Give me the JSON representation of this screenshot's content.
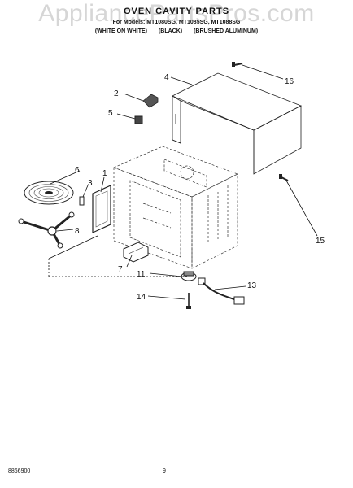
{
  "watermark": "AppliancePartsPros.com",
  "header": {
    "title": "OVEN CAVITY PARTS",
    "parts_line": "For Models: MT1080SG, MT1085SG, MT1088SG",
    "colors": [
      "(WHITE ON WHITE)",
      "(BLACK)",
      "(BRUSHED ALUMINUM)"
    ]
  },
  "callouts": {
    "c1": "1",
    "c2": "2",
    "c3": "3",
    "c4": "4",
    "c5": "5",
    "c6": "6",
    "c7": "7",
    "c8": "8",
    "c11": "11",
    "c13": "13",
    "c14": "14",
    "c15": "15",
    "c16": "16"
  },
  "footer": {
    "code": "8866900",
    "page": "9"
  }
}
